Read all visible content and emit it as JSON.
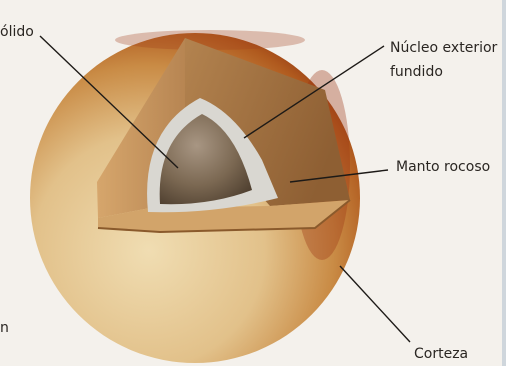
{
  "labels": {
    "inner_core_fragment": "ólido",
    "outer_core_line1": "Núcleo exterior",
    "outer_core_line2": "fundido",
    "mantle": "Manto rocoso",
    "crust": "Corteza",
    "left_fragment_bottom": "n"
  },
  "colors": {
    "page_background": "#f4f1ec",
    "crust_light": "#ead3a2",
    "crust_dark": "#b56a26",
    "crust_red": "#8f2c10",
    "mantle_face": "#9d6d3e",
    "mantle_wall": "#a97a48",
    "mantle_top": "#d5a971",
    "outer_core": "#d8d6d0",
    "inner_core": "#7d6b55",
    "leader_line": "#1d1a17",
    "text": "#2a2622"
  }
}
